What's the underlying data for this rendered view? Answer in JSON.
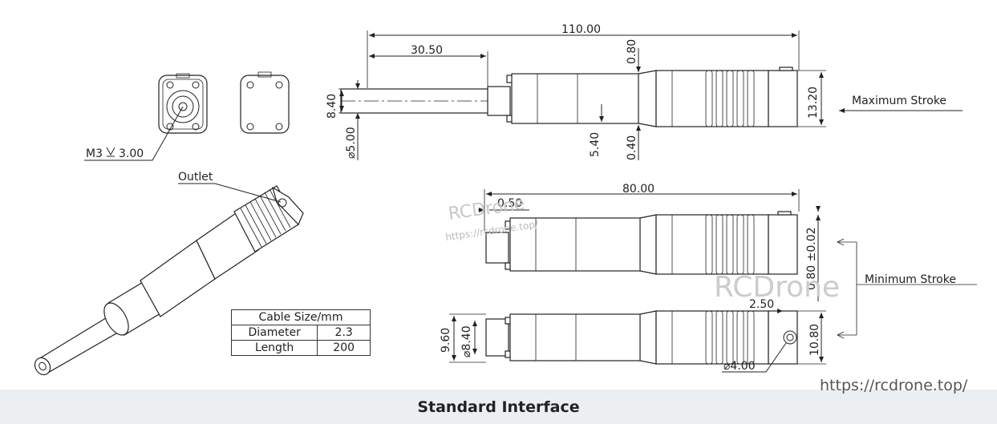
{
  "diagram": {
    "top_view": {
      "thread_label": "M3",
      "thread_depth": "3.00"
    },
    "max_stroke_view": {
      "label": "Maximum Stroke",
      "dims": {
        "overall_length": "110.00",
        "rod_extension": "30.50",
        "top_offset": "0.80",
        "height": "13.20",
        "rod_width": "8.40",
        "rod_diameter": "⌀5.00",
        "inner_offset": "5.40",
        "bottom_offset": "0.40"
      }
    },
    "min_stroke_view": {
      "label": "Minimum Stroke",
      "dims": {
        "overall_length": "80.00",
        "rod_protrusion": "0.50",
        "height_tolerance": "0.80 ±0.02",
        "hole_offset": "2.50",
        "side_height": "9.60",
        "rod_diameter": "⌀8.40",
        "height": "10.80",
        "hole_diameter": "⌀4.00"
      }
    },
    "iso_view": {
      "outlet_label": "Outlet"
    },
    "cable_table": {
      "header": "Cable Size/mm",
      "rows": [
        {
          "name": "Diameter",
          "value": "2.3"
        },
        {
          "name": "Length",
          "value": "200"
        }
      ]
    },
    "watermarks": {
      "brand": "RCDrone",
      "brand_small": "RCDrone",
      "url_small": "https://rcdrone.top/"
    }
  },
  "site_url": "https://rcdrone.top/",
  "footer": {
    "caption": "Standard Interface"
  }
}
